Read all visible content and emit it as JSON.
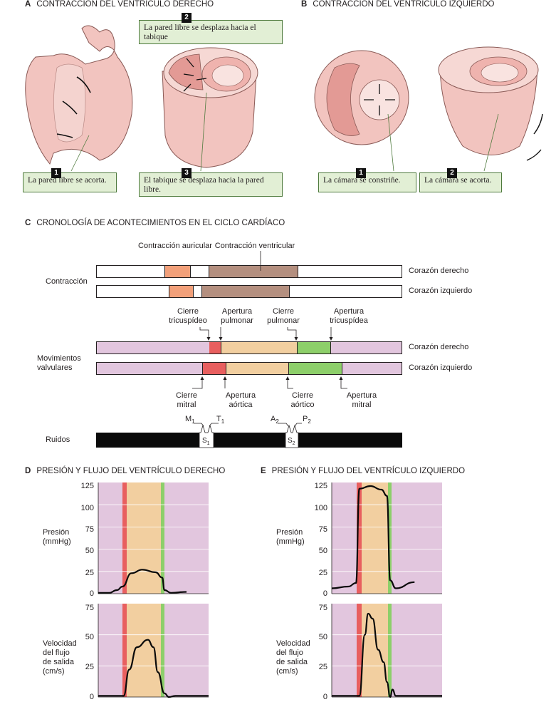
{
  "section_a": {
    "letter": "A",
    "title": "CONTRACCIÓN DEL VENTRÍCULO DERECHO",
    "callouts": [
      {
        "num": "1",
        "text": "La pared libre se acorta."
      },
      {
        "num": "2",
        "text": "La pared libre se desplaza hacia el tabique"
      },
      {
        "num": "3",
        "text": "El tabique se desplaza hacia la pared libre."
      }
    ]
  },
  "section_b": {
    "letter": "B",
    "title": "CONTRACCIÓN DEL VENTRÍCULO IZQUIERDO",
    "callouts": [
      {
        "num": "1",
        "text": "La cámara se constriñe."
      },
      {
        "num": "2",
        "text": "La cámara se acorta."
      }
    ]
  },
  "section_c": {
    "letter": "C",
    "title": "CRONOLOGÍA DE ACONTECIMIENTOS EN EL CICLO CARDÍACO",
    "contraction": {
      "label": "Contracción",
      "atrial": "Contracción auricular",
      "ventricular": "Contracción ventricular",
      "rows": [
        "Corazón derecho",
        "Corazón izquierdo"
      ]
    },
    "valves": {
      "label_1": "Movimientos",
      "label_2": "valvulares",
      "rows": [
        "Corazón derecho",
        "Corazón izquierdo"
      ],
      "top_labels": [
        {
          "l1": "Cierre",
          "l2": "tricuspídeo"
        },
        {
          "l1": "Apertura",
          "l2": "pulmonar"
        },
        {
          "l1": "Cierre",
          "l2": "pulmonar"
        },
        {
          "l1": "Apertura",
          "l2": "tricuspídea"
        }
      ],
      "bottom_labels": [
        {
          "l1": "Cierre",
          "l2": "mitral"
        },
        {
          "l1": "Apertura",
          "l2": "aórtica"
        },
        {
          "l1": "Cierre",
          "l2": "aórtico"
        },
        {
          "l1": "Apertura",
          "l2": "mitral"
        }
      ]
    },
    "sounds": {
      "label": "Ruidos",
      "m": "M",
      "m_sub": "1",
      "t": "T",
      "t_sub": "1",
      "s1": "S",
      "s1_sub": "1",
      "a": "A",
      "a_sub": "2",
      "p": "P",
      "p_sub": "2",
      "s2": "S",
      "s2_sub": "2"
    }
  },
  "section_d": {
    "letter": "D",
    "title": "PRESIÓN Y FLUJO DEL VENTRÍCULO DERECHO",
    "pressure_label": [
      "Presión",
      "(mmHg)"
    ],
    "flow_label": [
      "Velocidad",
      "del flujo",
      "de salida",
      "(cm/s)"
    ],
    "pressure_ticks": [
      "125",
      "100",
      "75",
      "50",
      "25",
      "0"
    ],
    "flow_ticks": [
      "75",
      "50",
      "25",
      "0"
    ]
  },
  "section_e": {
    "letter": "E",
    "title": "PRESIÓN Y FLUJO DEL VENTRÍCULO IZQUIERDO",
    "pressure_label": [
      "Presión",
      "(mmHg)"
    ],
    "flow_label": [
      "Velocidad",
      "del flujo",
      "de salida",
      "(cm/s)"
    ],
    "pressure_ticks": [
      "125",
      "100",
      "75",
      "50",
      "25",
      "0"
    ],
    "flow_ticks": [
      "75",
      "50",
      "25",
      "0"
    ]
  },
  "colors": {
    "diastole": "#e2c6de",
    "ejection": "#f2cfa0",
    "isovol_contraction": "#e85f5f",
    "isovol_relax": "#8dcf6a",
    "atrial": "#f2a07a",
    "ventricular": "#b48f7f",
    "callout_bg": "#e2efd5",
    "heart": "#f2c4bf"
  },
  "chart_data": [
    {
      "type": "line",
      "title": "Presión del ventrículo derecho",
      "ylabel": "Presión (mmHg)",
      "ylim": [
        0,
        125
      ],
      "x": [
        0,
        0.1,
        0.17,
        0.22,
        0.3,
        0.4,
        0.52,
        0.58,
        0.6,
        0.66,
        0.8
      ],
      "y": [
        1,
        1,
        4,
        8,
        23,
        27,
        24,
        18,
        4,
        1,
        2
      ]
    },
    {
      "type": "line",
      "title": "Velocidad del flujo de salida del ventrículo derecho",
      "ylabel": "Velocidad del flujo de salida (cm/s)",
      "ylim": [
        0,
        75
      ],
      "x": [
        0,
        0.23,
        0.28,
        0.35,
        0.45,
        0.5,
        0.54,
        0.6,
        0.64,
        0.7,
        0.8,
        1.0
      ],
      "y": [
        1,
        1,
        22,
        40,
        46,
        40,
        20,
        3,
        0,
        1,
        1,
        1
      ]
    },
    {
      "type": "line",
      "title": "Presión del ventrículo izquierdo",
      "ylabel": "Presión (mmHg)",
      "ylim": [
        0,
        125
      ],
      "x": [
        0,
        0.15,
        0.22,
        0.25,
        0.35,
        0.45,
        0.5,
        0.53,
        0.58,
        0.75
      ],
      "y": [
        6,
        8,
        12,
        118,
        121,
        117,
        110,
        15,
        6,
        13
      ]
    },
    {
      "type": "line",
      "title": "Velocidad del flujo de salida del ventrículo izquierdo",
      "ylabel": "Velocidad del flujo de salida (cm/s)",
      "ylim": [
        0,
        75
      ],
      "x": [
        0,
        0.25,
        0.3,
        0.33,
        0.37,
        0.42,
        0.47,
        0.5,
        0.53,
        0.55,
        0.58,
        1.0
      ],
      "y": [
        1,
        1,
        50,
        67,
        63,
        38,
        28,
        12,
        0,
        6,
        1,
        1
      ]
    }
  ]
}
